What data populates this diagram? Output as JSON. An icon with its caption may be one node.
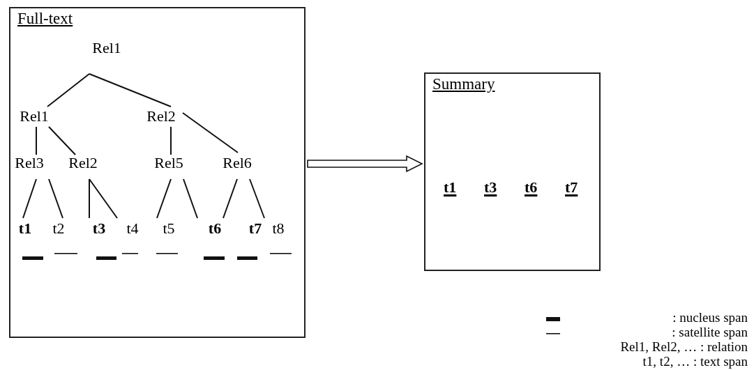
{
  "diagram": {
    "nodes": [
      {
        "text": [
          "Full-text"
        ]
      },
      {
        "text": [
          "Rel1"
        ],
        "in": 0
      },
      {
        "text": [
          "Rel1"
        ],
        "in": 0
      },
      {
        "text": [
          "Rel2"
        ],
        "in": 0
      },
      {
        "text": [
          "Rel3"
        ],
        "in": 0
      },
      {
        "text": [
          "Rel2"
        ],
        "in": 0
      },
      {
        "text": [
          "Rel5"
        ],
        "in": 0
      },
      {
        "text": [
          "Rel6"
        ],
        "in": 0
      },
      {
        "text": [
          "t1"
        ],
        "in": 0
      },
      {
        "text": [
          "t2"
        ],
        "in": 0
      },
      {
        "text": [
          "t3"
        ],
        "in": 0
      },
      {
        "text": [
          "t4"
        ],
        "in": 0
      },
      {
        "text": [
          "t5"
        ],
        "in": 0
      },
      {
        "text": [
          "t6"
        ],
        "in": 0
      },
      {
        "text": [
          "t7"
        ],
        "in": 0
      },
      {
        "text": [
          "t8"
        ],
        "in": 0
      },
      {
        "text": [
          "Summary"
        ]
      }
    ],
    "edges": [
      {
        "from": 1,
        "to": 2,
        "arrow": "none"
      },
      {
        "from": 1,
        "to": 3,
        "arrow": "none"
      },
      {
        "from": 2,
        "to": 4,
        "arrow": "none"
      },
      {
        "from": 2,
        "to": 5,
        "arrow": "none"
      },
      {
        "from": 3,
        "to": 6,
        "arrow": "none"
      },
      {
        "from": 3,
        "to": 7,
        "arrow": "none"
      },
      {
        "from": 4,
        "to": 8,
        "arrow": "none"
      },
      {
        "from": 4,
        "to": 9,
        "arrow": "none"
      },
      {
        "from": 5,
        "to": 10,
        "arrow": "none"
      },
      {
        "from": 5,
        "to": 11,
        "arrow": "none"
      },
      {
        "from": 6,
        "to": 12,
        "arrow": "none"
      },
      {
        "from": 6,
        "to": 13,
        "arrow": "none"
      },
      {
        "from": 7,
        "to": 13,
        "arrow": "none"
      },
      {
        "from": 7,
        "to": 14,
        "arrow": "none"
      },
      {
        "from": 0,
        "to": 16,
        "arrow": "to"
      }
    ],
    "labels": [
      "t1",
      "t3",
      "t6",
      "t7",
      "Rel1, Rel2, … :   relation",
      "t1, t2, … : text span"
    ],
    "legend": [
      {
        "text": ": nucleus span"
      },
      {
        "text": ": satellite span"
      }
    ]
  }
}
